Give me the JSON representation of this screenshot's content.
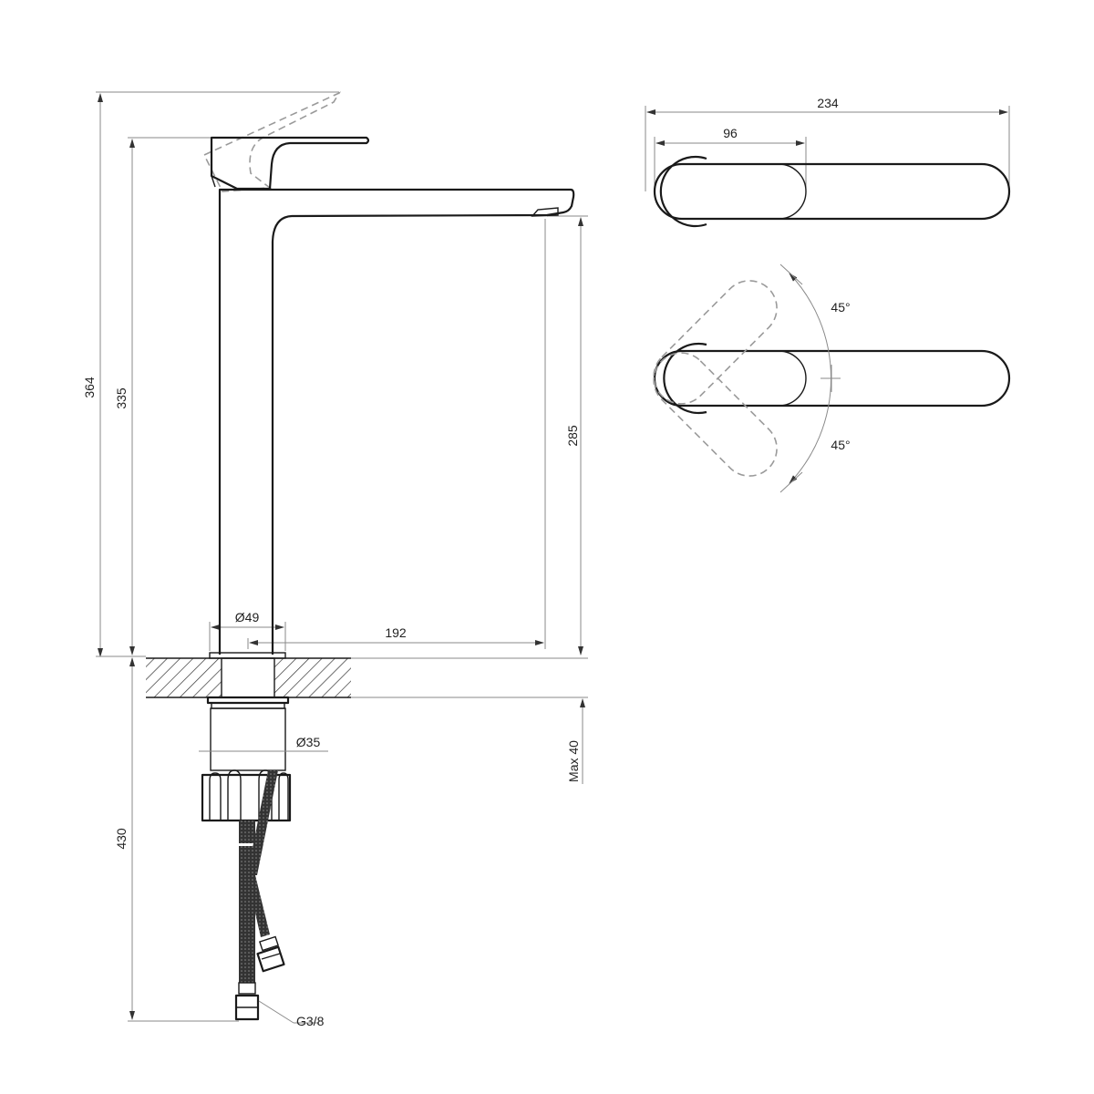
{
  "drawing": {
    "side_view": {
      "total_height": "364",
      "handle_height": "335",
      "spout_clearance": "285",
      "body_diameter": "Ø49",
      "spout_reach": "192",
      "shank_diameter": "Ø35",
      "max_counter_thickness": "Max 40",
      "hose_length": "430",
      "hose_thread": "G3/8"
    },
    "top_view": {
      "total_length": "234",
      "handle_length": "96",
      "rotation_up": "45°",
      "rotation_down": "45°"
    }
  }
}
